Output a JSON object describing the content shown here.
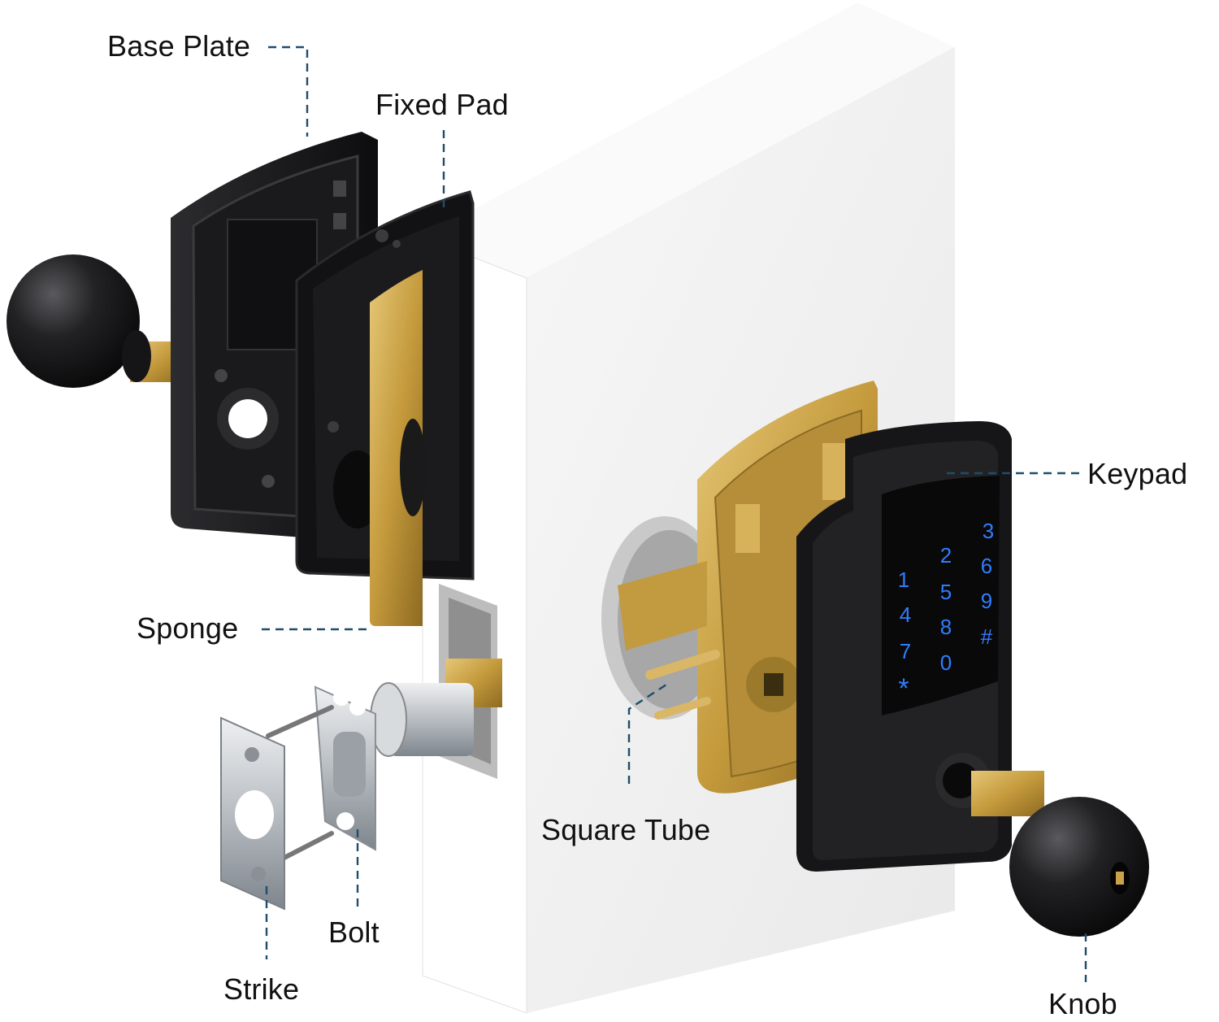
{
  "labels": {
    "base_plate": "Base Plate",
    "fixed_pad": "Fixed Pad",
    "sponge": "Sponge",
    "keypad": "Keypad",
    "square_tube": "Square Tube",
    "bolt": "Bolt",
    "strike": "Strike",
    "knob": "Knob"
  },
  "keypad_keys": [
    "3",
    "2",
    "6",
    "1",
    "5",
    "9",
    "4",
    "8",
    "#",
    "7",
    "0",
    "*"
  ],
  "colors": {
    "label_text": "#111111",
    "leader_line": "#1f4d6b",
    "lock_body": "#1b1b1d",
    "brass": "#c9a24a",
    "door": "#f4f4f4",
    "key_glow": "#2f7dff",
    "steel": "#c8ccd0"
  }
}
